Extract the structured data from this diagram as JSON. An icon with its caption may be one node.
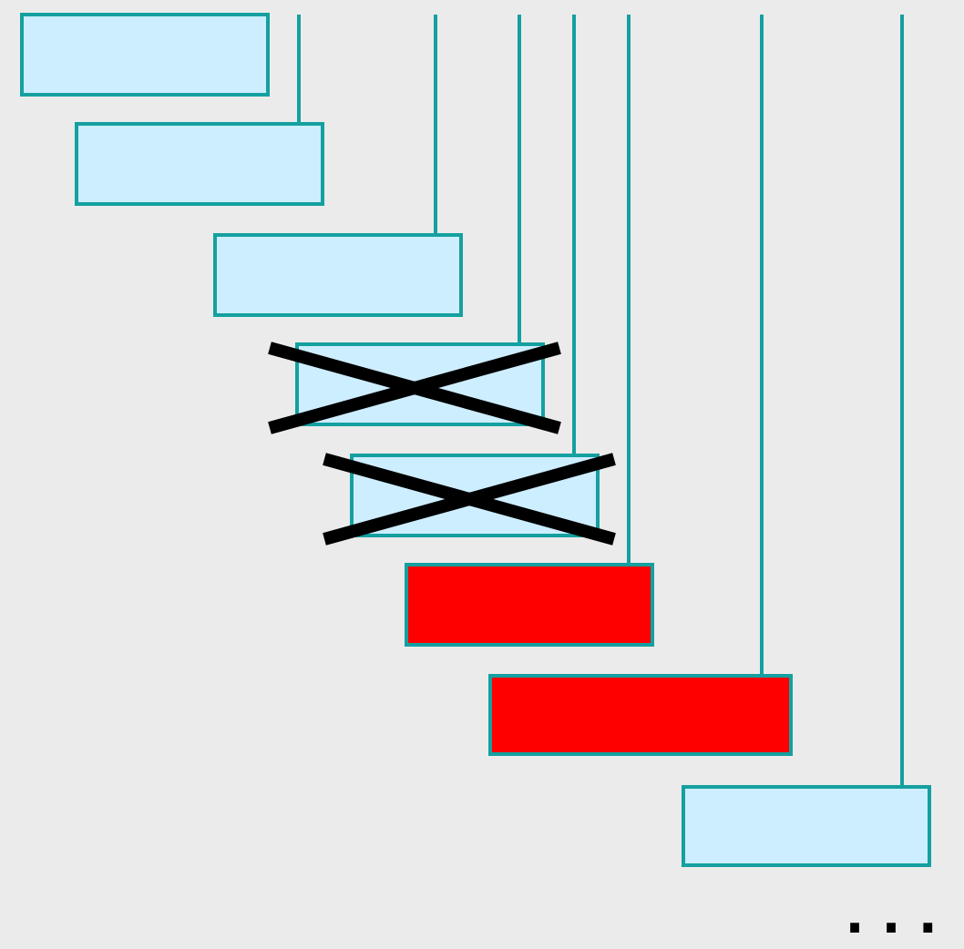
{
  "diagram": {
    "nodes": [
      {
        "text": [],
        "shape": "box"
      },
      {
        "text": [],
        "shape": "box"
      },
      {
        "text": [],
        "shape": "box"
      },
      {
        "text": [],
        "shape": "box"
      },
      {
        "text": [],
        "shape": "box"
      },
      {
        "text": [],
        "shape": "box"
      },
      {
        "text": [],
        "shape": "box"
      },
      {
        "text": [],
        "shape": "box"
      }
    ],
    "edges": [
      {
        "from": null,
        "to": 1,
        "arrow": "none"
      },
      {
        "from": null,
        "to": 2,
        "arrow": "none"
      },
      {
        "from": null,
        "to": 3,
        "arrow": "none"
      },
      {
        "from": null,
        "to": 4,
        "arrow": "none"
      },
      {
        "from": null,
        "to": 5,
        "arrow": "none"
      },
      {
        "from": null,
        "to": 6,
        "arrow": "none"
      },
      {
        "from": null,
        "to": 7,
        "arrow": "none"
      }
    ],
    "labels": [
      "..."
    ]
  }
}
